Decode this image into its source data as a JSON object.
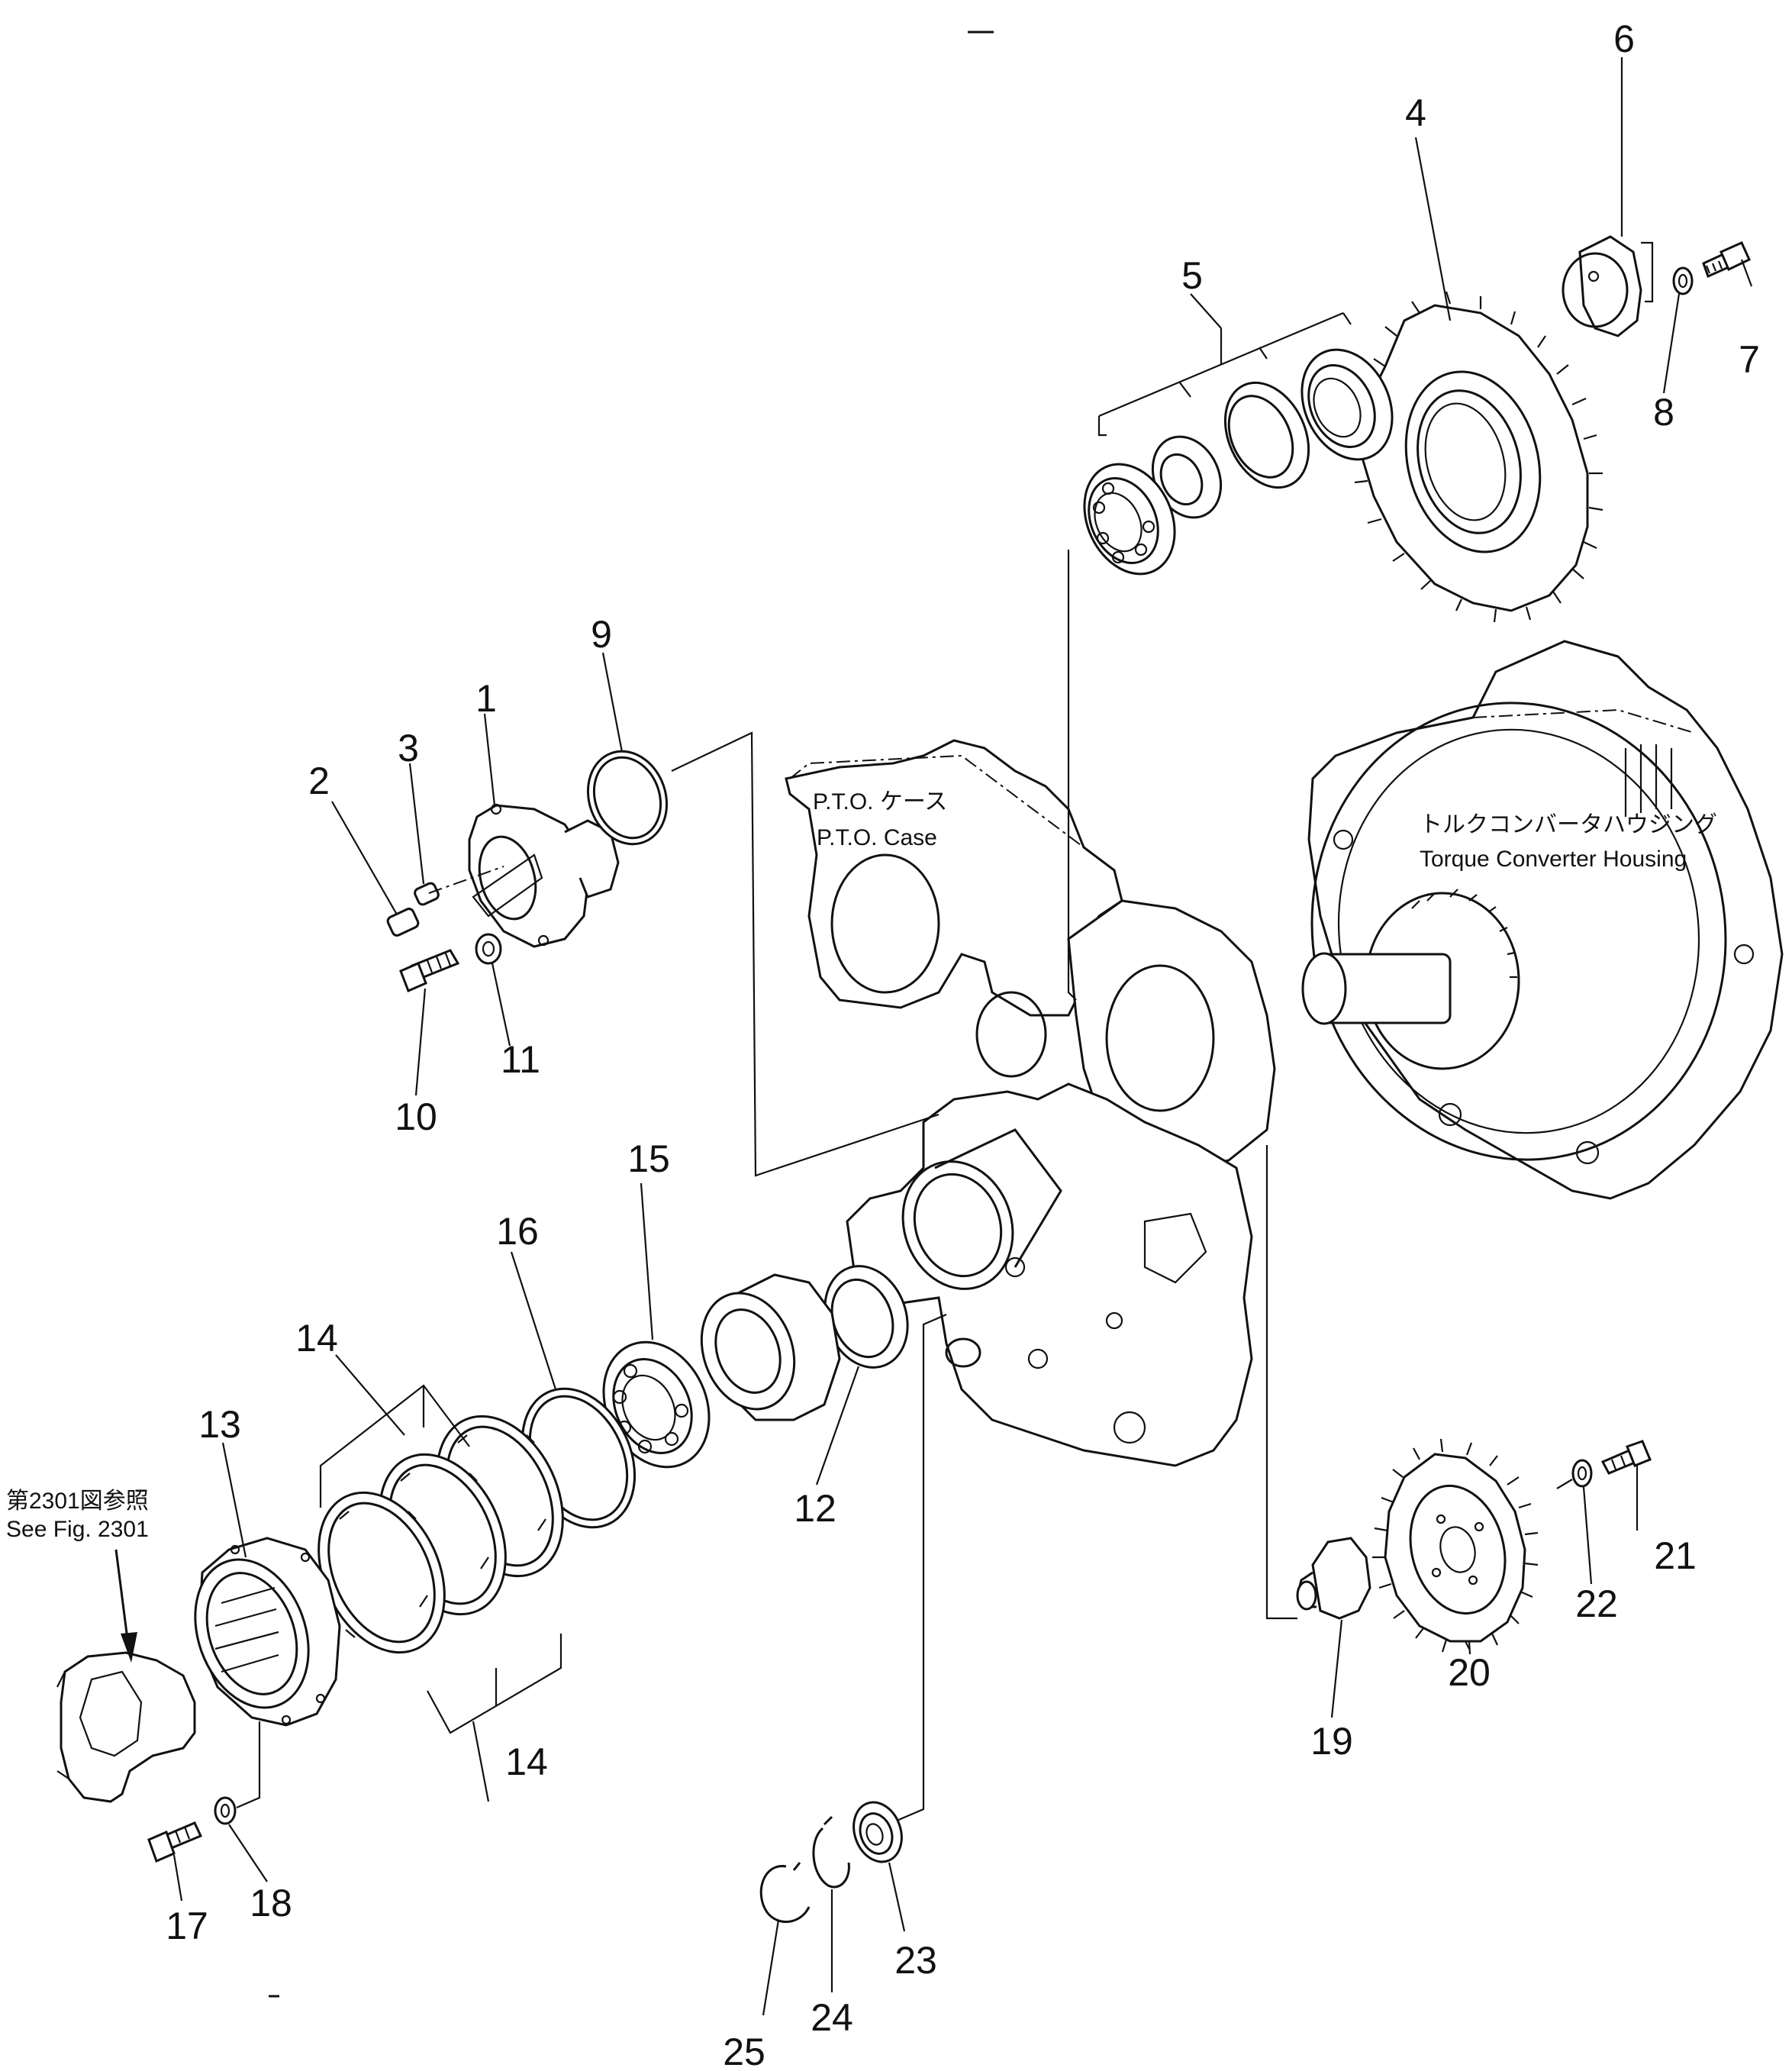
{
  "labels": {
    "pto_case_jp": "P.T.O. ケース",
    "pto_case_en": "P.T.O. Case",
    "tc_housing_jp": "トルクコンバータハウジング",
    "tc_housing_en": "Torque Converter Housing",
    "see_fig_jp": "第2301図参照",
    "see_fig_en": "See Fig. 2301"
  },
  "callouts": {
    "p1": "1",
    "p2": "2",
    "p3": "3",
    "p4": "4",
    "p5": "5",
    "p6": "6",
    "p7": "7",
    "p8": "8",
    "p9": "9",
    "p10": "10",
    "p11": "11",
    "p12": "12",
    "p13": "13",
    "p14a": "14",
    "p14b": "14",
    "p15": "15",
    "p16": "16",
    "p17": "17",
    "p18": "18",
    "p19": "19",
    "p20": "20",
    "p21": "21",
    "p22": "22",
    "p23": "23",
    "p24": "24",
    "p25": "25"
  }
}
